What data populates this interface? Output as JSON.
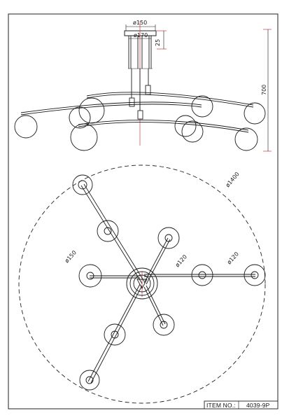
{
  "drawing": {
    "dimensions": {
      "canopy_diameter": "ø150",
      "stem_spacing_diameter": "ø170",
      "canopy_height": "25",
      "total_height": "700",
      "spread_diameter": "ø1400",
      "left_globe_diameter": "ø150",
      "center_globe_diameter": "ø120",
      "right_globe_diameter": "ø120"
    },
    "title_block": {
      "label": "ITEM NO.:",
      "value": "4039-9P"
    }
  }
}
